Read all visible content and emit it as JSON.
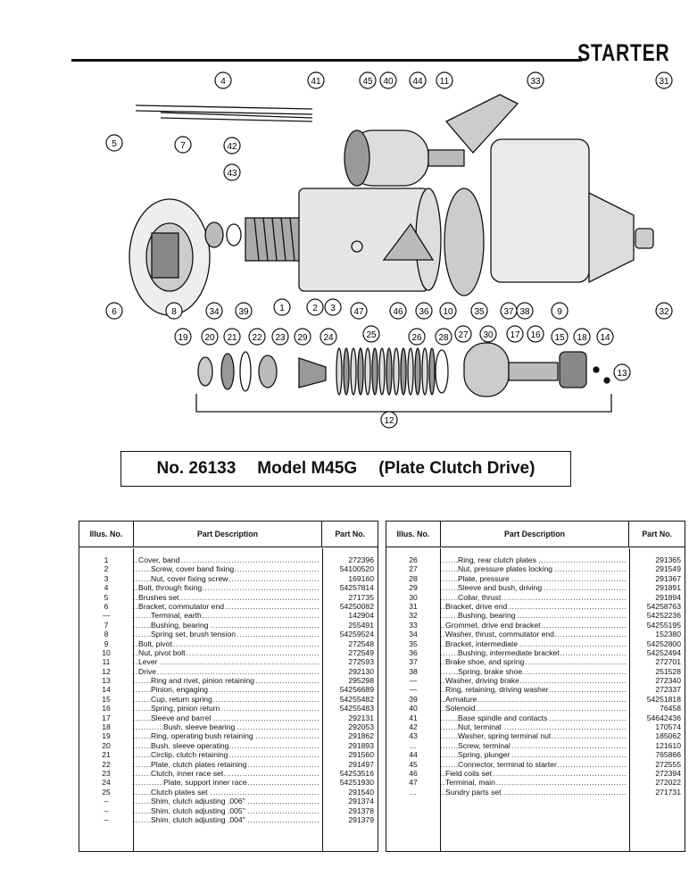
{
  "header": {
    "title": "STARTER"
  },
  "diagram": {
    "callouts": [
      "1",
      "2",
      "3",
      "4",
      "5",
      "6",
      "7",
      "8",
      "9",
      "10",
      "11",
      "12",
      "13",
      "14",
      "15",
      "16",
      "17",
      "18",
      "19",
      "20",
      "21",
      "22",
      "23",
      "24",
      "25",
      "26",
      "27",
      "28",
      "29",
      "30",
      "31",
      "32",
      "33",
      "34",
      "35",
      "36",
      "37",
      "38",
      "39",
      "40",
      "41",
      "42",
      "43",
      "44",
      "45",
      "46",
      "47"
    ]
  },
  "model": {
    "number": "No. 26133",
    "name": "Model M45G",
    "drive": "(Plate Clutch Drive)"
  },
  "table_headers": {
    "illus": "Illus. No.",
    "desc": "Part Description",
    "part": "Part No."
  },
  "left_rows": [
    {
      "n": "1",
      "d": "Cover, band",
      "p": "272396",
      "i": 0
    },
    {
      "n": "2",
      "d": "Screw, cover band fixing",
      "p": "54100520",
      "i": 1
    },
    {
      "n": "3",
      "d": "Nut, cover fixing screw",
      "p": "169160",
      "i": 1
    },
    {
      "n": "4",
      "d": "Bolt, through fixing",
      "p": "54257814",
      "i": 0
    },
    {
      "n": "5",
      "d": "Brushes set",
      "p": "271735",
      "i": 0
    },
    {
      "n": "6",
      "d": "Bracket, commutator end",
      "p": "54250082",
      "i": 0
    },
    {
      "n": "—",
      "d": "Terminal, earth",
      "p": "142904",
      "i": 1
    },
    {
      "n": "7",
      "d": "Bushing, bearing",
      "p": "255491",
      "i": 1
    },
    {
      "n": "8",
      "d": "Spring set, brush tension",
      "p": "54259524",
      "i": 1
    },
    {
      "n": "9",
      "d": "Bolt, pivot",
      "p": "272548",
      "i": 0
    },
    {
      "n": "10",
      "d": "Nut, pivot bolt",
      "p": "272549",
      "i": 0
    },
    {
      "n": "11",
      "d": "Lever",
      "p": "272593",
      "i": 0
    },
    {
      "n": "12",
      "d": "Drive",
      "p": "292130",
      "i": 0
    },
    {
      "n": "13",
      "d": "Ring and rivet, pinion retaining",
      "p": "295298",
      "i": 1
    },
    {
      "n": "14",
      "d": "Pinion, engaging",
      "p": "54256689",
      "i": 1
    },
    {
      "n": "15",
      "d": "Cup, return spring",
      "p": "54255482",
      "i": 1
    },
    {
      "n": "16",
      "d": "Spring, pinion return",
      "p": "54255483",
      "i": 1
    },
    {
      "n": "17",
      "d": "Sleeve and barrel",
      "p": "292131",
      "i": 1
    },
    {
      "n": "18",
      "d": "Bush, sleeve bearing",
      "p": "292053",
      "i": 2
    },
    {
      "n": "19",
      "d": "Ring, operating bush retaining",
      "p": "291862",
      "i": 1
    },
    {
      "n": "20",
      "d": "Bush, sleeve operating",
      "p": "291893",
      "i": 1
    },
    {
      "n": "21",
      "d": "Circlip, clutch retaining",
      "p": "291560",
      "i": 1
    },
    {
      "n": "22",
      "d": "Plate, clutch plates retaining",
      "p": "291497",
      "i": 1
    },
    {
      "n": "23",
      "d": "Clutch, inner race set",
      "p": "54253516",
      "i": 1
    },
    {
      "n": "24",
      "d": "Plate, support inner race",
      "p": "54251930",
      "i": 2
    },
    {
      "n": "25",
      "d": "Clutch plates set",
      "p": "291540",
      "i": 1
    },
    {
      "n": "–",
      "d": "Shim, clutch adjusting .006\"",
      "p": "291374",
      "i": 1
    },
    {
      "n": "–",
      "d": "Shim, clutch adjusting .005\"",
      "p": "291378",
      "i": 1
    },
    {
      "n": "–",
      "d": "Shim, clutch adjusting .004\"",
      "p": "291379",
      "i": 1
    }
  ],
  "right_rows": [
    {
      "n": "26",
      "d": "Ring, rear clutch plates",
      "p": "291365",
      "i": 1
    },
    {
      "n": "27",
      "d": "Nut, pressure plates locking",
      "p": "291549",
      "i": 1
    },
    {
      "n": "28",
      "d": "Plate, pressure",
      "p": "291367",
      "i": 1
    },
    {
      "n": "29",
      "d": "Sleeve and bush, driving",
      "p": "291891",
      "i": 1
    },
    {
      "n": "30",
      "d": "Collar, thrust",
      "p": "291894",
      "i": 1
    },
    {
      "n": "31",
      "d": "Bracket, drive end",
      "p": "54258763",
      "i": 0
    },
    {
      "n": "32",
      "d": "Bushing, bearing",
      "p": "54252236",
      "i": 1
    },
    {
      "n": "33",
      "d": "Grommet, drive end bracket",
      "p": "54255195",
      "i": 0
    },
    {
      "n": "34",
      "d": "Washer, thrust, commutator end",
      "p": "152380",
      "i": 0
    },
    {
      "n": "35",
      "d": "Bracket, intermediate",
      "p": "54252800",
      "i": 0
    },
    {
      "n": "36",
      "d": "Bushing, intermediate bracket",
      "p": "54252494",
      "i": 1
    },
    {
      "n": "37",
      "d": "Brake shoe, and spring",
      "p": "272701",
      "i": 0
    },
    {
      "n": "38",
      "d": "Spring, brake shoe",
      "p": "251528",
      "i": 1
    },
    {
      "n": "—",
      "d": "Washer, driving brake",
      "p": "272340",
      "i": 0
    },
    {
      "n": "—",
      "d": "Ring, retaining, driving washer",
      "p": "272337",
      "i": 0
    },
    {
      "n": "39",
      "d": "Armature",
      "p": "54251818",
      "i": 0
    },
    {
      "n": "40",
      "d": "Solenoid",
      "p": "76458",
      "i": 0
    },
    {
      "n": "41",
      "d": "Base spindle and contacts",
      "p": "54642436",
      "i": 1
    },
    {
      "n": "42",
      "d": "Nut, terminal",
      "p": "170574",
      "i": 1
    },
    {
      "n": "43",
      "d": "Washer, spring terminal nut",
      "p": "185062",
      "i": 1
    },
    {
      "n": "...",
      "d": "Screw, terminal",
      "p": "121610",
      "i": 1
    },
    {
      "n": "44",
      "d": "Spring, plunger",
      "p": "765866",
      "i": 1
    },
    {
      "n": "45",
      "d": "Connector, terminal to starter",
      "p": "272555",
      "i": 1
    },
    {
      "n": "46",
      "d": "Field coils set",
      "p": "272394",
      "i": 0
    },
    {
      "n": "47",
      "d": "Terminal, main",
      "p": "272022",
      "i": 0
    },
    {
      "n": "...",
      "d": "Sundry parts set",
      "p": "271731",
      "i": 0
    }
  ]
}
